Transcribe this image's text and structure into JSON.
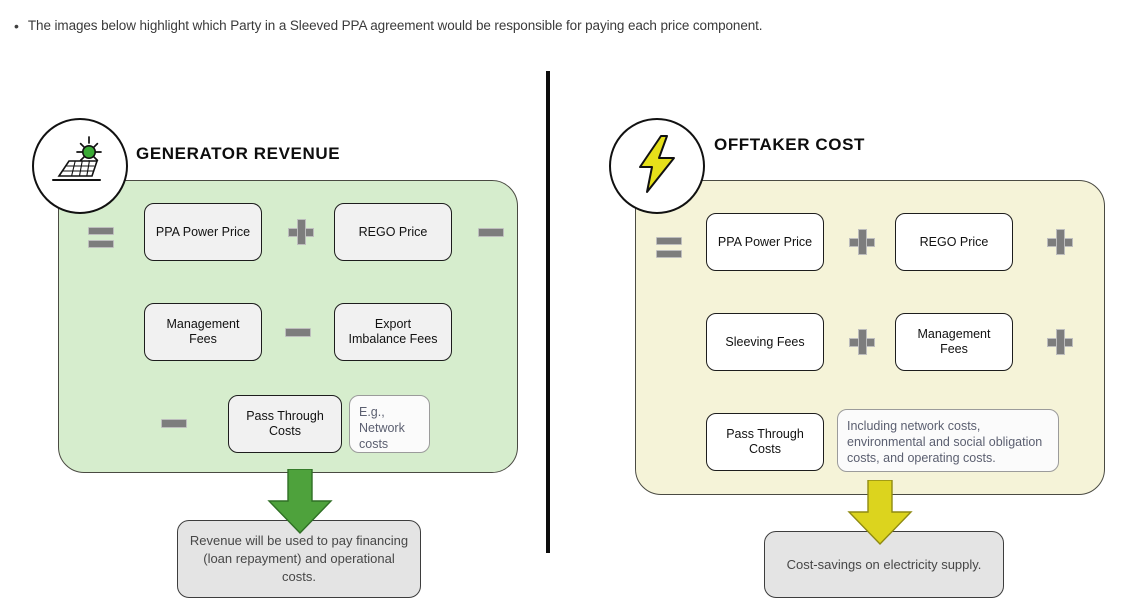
{
  "intro": {
    "bullet_glyph": "•",
    "text": "The images below highlight which Party in a Sleeved PPA agreement would be responsible for paying each price component."
  },
  "colors": {
    "generator_panel_fill": "#d6edcd",
    "generator_accent": "#4ea23c",
    "offtaker_panel_fill": "#f5f3d8",
    "offtaker_accent": "#dcd41e",
    "box_border": "#1d1d1d",
    "operator_gray": "#7d7d7d",
    "note_text": "#5b5f70",
    "outcome_fill": "#e4e4e4",
    "solar_sun_green": "#3aaa35",
    "divider_black": "#0d0d0d"
  },
  "panels": [
    {
      "id": "generator",
      "title": "GENERATOR REVENUE",
      "icon": "solar-panel-icon",
      "rows": [
        {
          "lead_operator": "equals",
          "items": [
            {
              "type": "component",
              "label": "PPA Power Price"
            },
            {
              "type": "operator",
              "op": "plus"
            },
            {
              "type": "component",
              "label": "REGO Price"
            },
            {
              "type": "operator",
              "op": "minus"
            }
          ]
        },
        {
          "lead_operator": null,
          "items": [
            {
              "type": "component",
              "label": "Management Fees"
            },
            {
              "type": "operator",
              "op": "minus"
            },
            {
              "type": "component",
              "label": "Export Imbalance Fees"
            }
          ]
        },
        {
          "lead_operator": "minus",
          "items": [
            {
              "type": "component",
              "label": "Pass Through Costs"
            },
            {
              "type": "note",
              "label": "E.g., Network costs"
            }
          ]
        }
      ],
      "arrow": "down-arrow-green",
      "outcome": "Revenue will be used to pay financing (loan repayment) and operational costs."
    },
    {
      "id": "offtaker",
      "title": "OFFTAKER COST",
      "icon": "lightning-bolt-icon",
      "rows": [
        {
          "lead_operator": "equals",
          "items": [
            {
              "type": "component",
              "label": "PPA Power Price"
            },
            {
              "type": "operator",
              "op": "plus"
            },
            {
              "type": "component",
              "label": "REGO Price"
            },
            {
              "type": "operator",
              "op": "plus"
            }
          ]
        },
        {
          "lead_operator": null,
          "items": [
            {
              "type": "component",
              "label": "Sleeving Fees"
            },
            {
              "type": "operator",
              "op": "plus"
            },
            {
              "type": "component",
              "label": "Management Fees"
            },
            {
              "type": "operator",
              "op": "plus"
            }
          ]
        },
        {
          "lead_operator": null,
          "items": [
            {
              "type": "component",
              "label": "Pass Through Costs"
            },
            {
              "type": "note",
              "label": "Including network costs, environmental and social obligation costs, and operating costs."
            }
          ]
        }
      ],
      "arrow": "down-arrow-yellow",
      "outcome": "Cost-savings on electricity supply."
    }
  ],
  "generator": {
    "title": "GENERATOR REVENUE",
    "box_ppa": "PPA Power Price",
    "box_rego": "REGO Price",
    "box_mgmt_l1": "Management",
    "box_mgmt_l2": "Fees",
    "box_export_l1": "Export",
    "box_export_l2": "Imbalance Fees",
    "box_pass_l1": "Pass Through",
    "box_pass_l2": "Costs",
    "note_l1": "E.g.,",
    "note_l2": "Network",
    "note_l3": "costs",
    "outcome_l1": "Revenue will be used to pay financing",
    "outcome_l2": "(loan repayment) and operational",
    "outcome_l3": "costs."
  },
  "offtaker": {
    "title": "OFFTAKER COST",
    "box_ppa": "PPA Power Price",
    "box_rego": "REGO Price",
    "box_sleeving": "Sleeving Fees",
    "box_mgmt_l1": "Management",
    "box_mgmt_l2": "Fees",
    "box_pass_l1": "Pass Through",
    "box_pass_l2": "Costs",
    "note_l1": "Including network costs,",
    "note_l2": "environmental and social obligation",
    "note_l3": "costs, and operating costs.",
    "outcome": "Cost-savings on electricity supply."
  }
}
